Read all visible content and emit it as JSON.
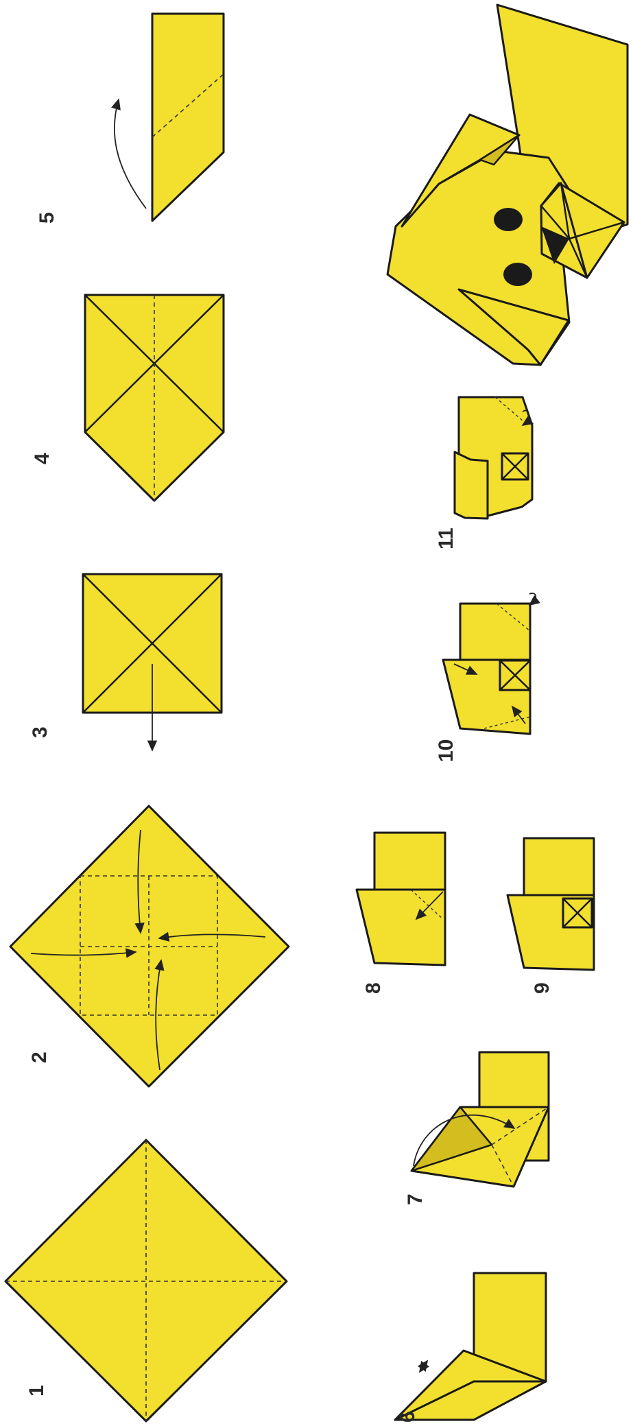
{
  "colors": {
    "paper": "#f2df2e",
    "paper_dark": "#d4bd1f",
    "outline": "#1a1a1a",
    "eye": "#1a1a1a"
  },
  "steps": [
    {
      "number": "1"
    },
    {
      "number": "2"
    },
    {
      "number": "3"
    },
    {
      "number": "4"
    },
    {
      "number": "5"
    },
    {
      "number": "6"
    },
    {
      "number": "7"
    },
    {
      "number": "8"
    },
    {
      "number": "9"
    },
    {
      "number": "10"
    },
    {
      "number": "11"
    }
  ]
}
